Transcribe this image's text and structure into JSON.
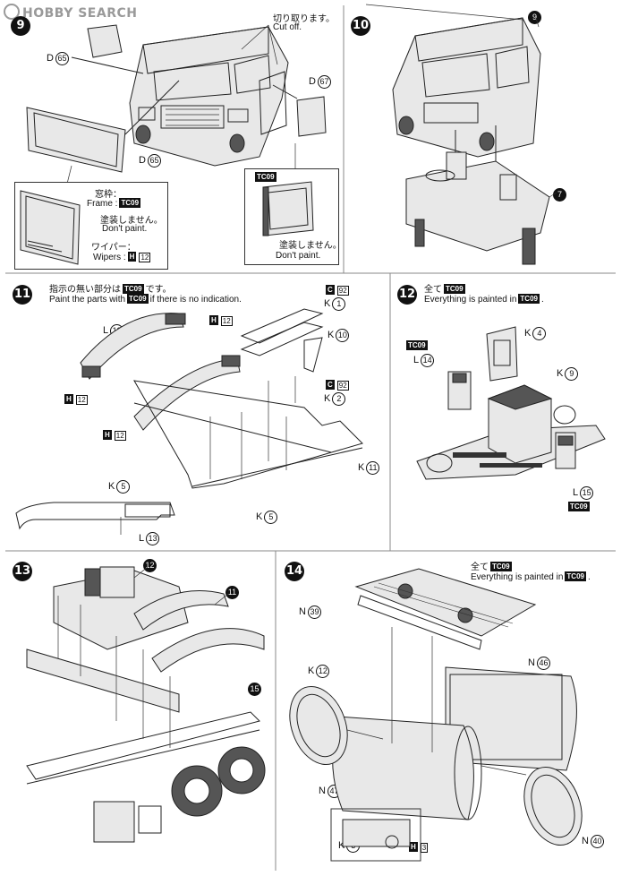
{
  "watermark": "HOBBY SEARCH",
  "steps": [
    {
      "number": "9",
      "labels": {
        "cut_jp": "切り取ります。",
        "cut_en": "Cut off.",
        "d65a": "D",
        "d65a_num": "65",
        "d67": "D",
        "d67_num": "67",
        "d65b": "D",
        "d65b_num": "65",
        "frame_jp": "窓枠：",
        "frame_en": "Frame :",
        "tc09": "TC09",
        "dont_paint_jp": "塗装しません。",
        "dont_paint_en": "Don't paint.",
        "wiper_jp": "ワイパー：",
        "wiper_en": "Wipers :",
        "h12": "12",
        "h_prefix": "H",
        "box_tc09": "TC09",
        "box_dont_jp": "塗装しません。",
        "box_dont_en": "Don't paint."
      }
    },
    {
      "number": "10",
      "labels": {
        "p9": "9",
        "p7": "7"
      }
    },
    {
      "number": "11",
      "labels": {
        "note_jp": "指示の無い部分は",
        "note_jp2": "です。",
        "note_tc": "TC09",
        "note_en1": "Paint the parts with",
        "note_en2": "if there is no indication.",
        "note_tc2": "TC09",
        "l13": "L",
        "l13_num": "13",
        "h12a": "12",
        "c92a": "92",
        "k1": "K",
        "k1_num": "1",
        "k10": "K",
        "k10_num": "10",
        "h12b": "12",
        "c92b": "92",
        "k2": "K",
        "k2_num": "2",
        "h12c": "12",
        "k11": "K",
        "k11_num": "11",
        "k5a": "K",
        "k5a_num": "5",
        "k5b": "K",
        "k5b_num": "5",
        "l13b": "L",
        "l13b_num": "13",
        "h_prefix": "H",
        "c_prefix": "C"
      }
    },
    {
      "number": "12",
      "labels": {
        "all_jp": "全て",
        "all_tc": "TC09",
        "everything_en": "Everything is painted in",
        "everything_tc": "TC09",
        "k4": "K",
        "k4_num": "4",
        "tc09_top": "TC09",
        "l14": "L",
        "l14_num": "14",
        "k9": "K",
        "k9_num": "9",
        "l15": "L",
        "l15_num": "15",
        "tc09_bottom": "TC09"
      }
    },
    {
      "number": "13",
      "labels": {
        "p12": "12",
        "p11": "11",
        "p15": "15"
      }
    },
    {
      "number": "14",
      "labels": {
        "all_jp": "全て",
        "all_tc": "TC09",
        "everything_en": "Everything is painted in",
        "everything_tc": "TC09",
        "n39": "N",
        "n39_num": "39",
        "k12": "K",
        "k12_num": "12",
        "n46": "N",
        "n46_num": "46",
        "n47": "N",
        "n47_num": "47",
        "n40": "N",
        "n40_num": "40",
        "k3": "K",
        "k3_num": "3",
        "h3": "3",
        "h_prefix": "H"
      }
    }
  ]
}
